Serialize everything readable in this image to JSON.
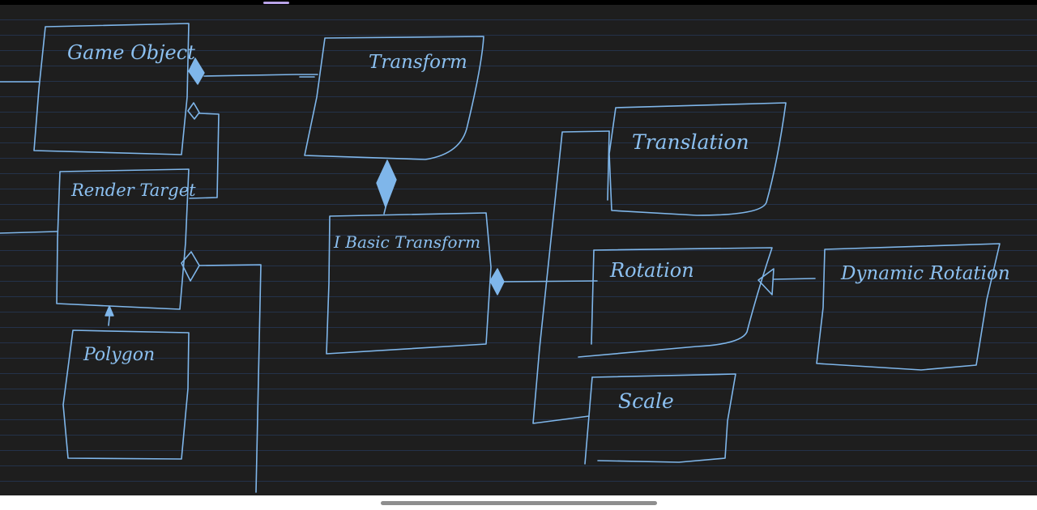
{
  "colors": {
    "background": "#1e1e1e",
    "ruled_line": "#24324a",
    "ink": "#7fb6ea"
  },
  "diagram": {
    "boxes": {
      "game_object": "Game Object",
      "transform": "Transform",
      "render_target": "Render Target",
      "i_basic_transform": "I Basic Transform",
      "translation": "Translation",
      "rotation": "Rotation",
      "dynamic_rotation": "Dynamic Rotation",
      "polygon": "Polygon",
      "scale": "Scale"
    }
  }
}
